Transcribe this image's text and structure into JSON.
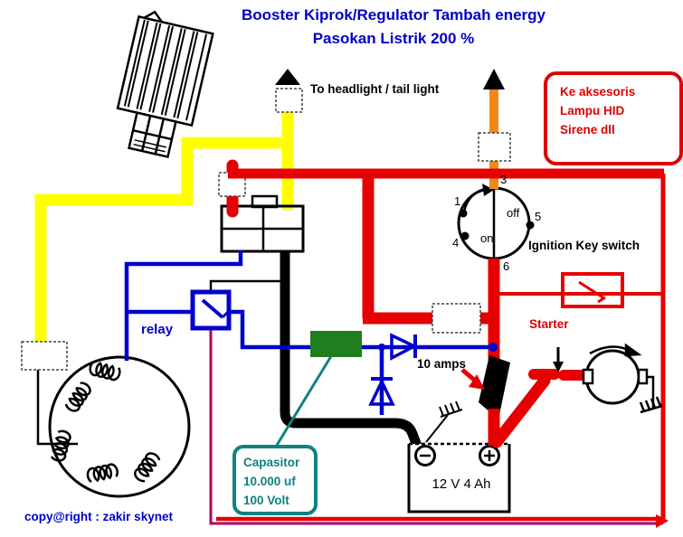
{
  "title": {
    "line1": "Booster Kiprok/Regulator Tambah energy",
    "line2": "Pasokan Listrik 200 %"
  },
  "annotations": {
    "headlight": "To headlight / tail light",
    "accessories": [
      "Ke aksesoris",
      "Lampu HID",
      "Sirene dll"
    ],
    "ignition_switch": "Ignition Key switch",
    "relay": "relay",
    "starter": "Starter",
    "fuse_rating": "10 amps",
    "capacitor": [
      "Capasitor",
      "10.000 uf",
      "100 Volt"
    ],
    "battery": "12 V 4 Ah",
    "copyright": "copy@right : zakir skynet",
    "switch": {
      "off": "off",
      "on": "on",
      "t1": "1",
      "t3": "3",
      "t4": "4",
      "t5": "5",
      "t6": "6"
    }
  },
  "colors": {
    "wire_yellow": "#ffff00",
    "wire_red": "#e60000",
    "wire_orange": "#f18816",
    "wire_blue": "#0000cd",
    "wire_black": "#000000",
    "wire_magenta": "#ad0060",
    "capacitor_green": "#1f7e1f",
    "teal": "#0f8181",
    "title_blue": "#0000c8",
    "label_red": "#e00000"
  }
}
